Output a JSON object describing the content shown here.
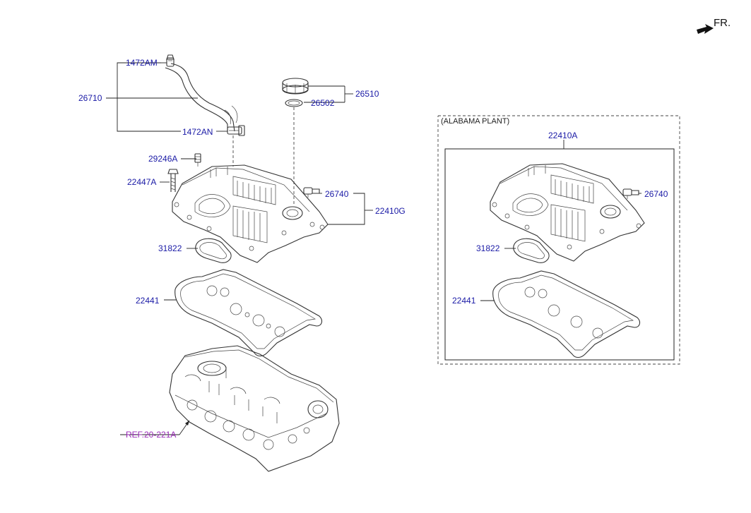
{
  "direction": {
    "label": "FR.",
    "icon": "arrow-forward-icon"
  },
  "main_labels": {
    "p1472AM": "1472AM",
    "p26710": "26710",
    "p1472AN": "1472AN",
    "p26510": "26510",
    "p26502": "26502",
    "p29246A": "29246A",
    "p22447A": "22447A",
    "p26740": "26740",
    "p22410G": "22410G",
    "p31822": "31822",
    "p22441": "22441",
    "ref": "REF.20-221A"
  },
  "alabama": {
    "title": "(ALABAMA PLANT)",
    "p22410A": "22410A",
    "p26740": "26740",
    "p31822": "31822",
    "p22441": "22441"
  },
  "colors": {
    "label": "#1a1aa6",
    "reference": "#9a2bb8",
    "line": "#333333"
  }
}
